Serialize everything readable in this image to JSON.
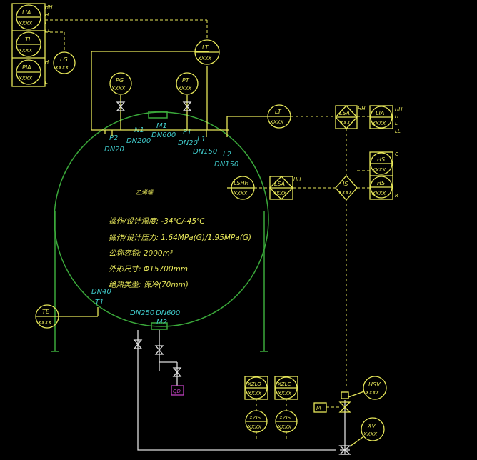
{
  "vessel": {
    "name": "乙烯罐",
    "specs": [
      "操作/设计温度: -34℃/-45℃",
      "操作/设计压力: 1.64MPa(G)/1.95MPa(G)",
      "公称容积: 2000m³",
      "外形尺寸: Φ15700mm",
      "绝热类型: 保冷(70mm)"
    ],
    "nozzles": {
      "n1": "N1",
      "n1_size": "DN200",
      "m1": "M1",
      "m1_size": "DN600",
      "p1": "P1",
      "p1_size": "DN20",
      "p2": "P2",
      "p2_size": "DN20",
      "l1": "L1",
      "l1_size": "DN150",
      "l2": "L2",
      "l2_size": "DN150",
      "t1": "T1",
      "t1_size": "DN40",
      "bottom_size": "DN250",
      "m2": "M2",
      "m2_size": "DN600"
    }
  },
  "stack_left": [
    {
      "tag": "LIA",
      "val": "XXXX"
    },
    {
      "tag": "TI",
      "val": "XXXX"
    },
    {
      "tag": "PIA",
      "val": "XXXX"
    }
  ],
  "stack_left_levels": {
    "hh": "HH",
    "h": "H",
    "l": "L",
    "ll": "LL",
    "h2": "H",
    "l2": "L"
  },
  "instruments": {
    "lg": {
      "tag": "LG",
      "val": "XXXX"
    },
    "lt_top": {
      "tag": "LT",
      "val": "XXXX"
    },
    "pg": {
      "tag": "PG",
      "val": "XXXX"
    },
    "pt": {
      "tag": "PT",
      "val": "XXXX"
    },
    "lt_right": {
      "tag": "LT",
      "val": "XXXX"
    },
    "lshh": {
      "tag": "LSHH",
      "val": "XXXX"
    },
    "te": {
      "tag": "TE",
      "val": "XXXX"
    },
    "hsv": {
      "tag": "HSV",
      "val": "XXXX"
    },
    "xv": {
      "tag": "XV",
      "val": "XXXX"
    },
    "zs1": {
      "tag": "XZIS",
      "val": "XXXX"
    },
    "zs2": {
      "tag": "XZIS",
      "val": "XXXX"
    }
  },
  "logic": {
    "lsa1": {
      "tag": "LSA",
      "val": "XXX",
      "level": "HH"
    },
    "lia_r": {
      "tag": "LIA",
      "val": "XXXX"
    },
    "lia_r_levels": {
      "hh": "HH",
      "h": "H",
      "l": "L",
      "ll": "LL"
    },
    "lsa2": {
      "tag": "LSA",
      "val": "XXXX",
      "level": "HH"
    },
    "is": {
      "tag": "IS",
      "val": "XXXX"
    },
    "hs1": {
      "tag": "HS",
      "val": "XXXX",
      "side": "C"
    },
    "hs2": {
      "tag": "HS",
      "val": "XXXX",
      "side": "R"
    },
    "zlo": {
      "tag": "XZLO",
      "val": "XXXX"
    },
    "zlc": {
      "tag": "XZLC",
      "val": "XXXX"
    },
    "ia": "IA",
    "qd": "QD"
  }
}
